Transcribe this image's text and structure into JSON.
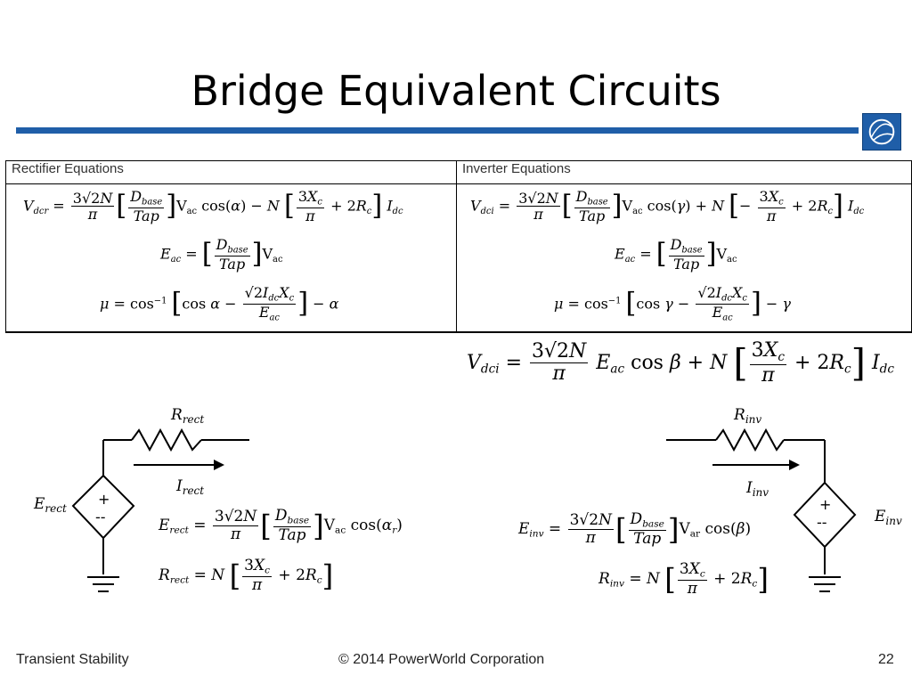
{
  "slide": {
    "title": "Bridge Equivalent Circuits",
    "footer_left": "Transient Stability",
    "footer_center": "© 2014 PowerWorld Corporation",
    "page_number": "22",
    "accent_color": "#1f5ea8",
    "logo_icon": "globe-orbit-icon"
  },
  "table": {
    "rectifier_header": "Rectifier Equations",
    "inverter_header": "Inverter Equations"
  },
  "rectifier": {
    "eq1": "V_dcr = (3√2N/π)[D_base/Tap] V_ac cos(α) − N[3X_c/π + 2R_c] I_dc",
    "eq2": "E_ac = [D_base/Tap] V_ac",
    "eq3": "μ = cos⁻¹[cos α − √2 I_dc X_c / E_ac] − α"
  },
  "inverter": {
    "eq1": "V_dci = (3√2N/π)[D_base/Tap] V_ac cos(γ) + N[−3X_c/π + 2R_c] I_dc",
    "eq2": "E_ac = [D_base/Tap] V_ac",
    "eq3": "μ = cos⁻¹[cos γ − √2 I_dc X_c / E_ac] − γ",
    "eq4": "V_dci = (3√2N/π) E_ac cos β + N[3X_c/π + 2R_c] I_dc"
  },
  "rect_circuit": {
    "r_label": "R",
    "r_sub": "rect",
    "i_label": "I",
    "i_sub": "rect",
    "e_label": "E",
    "e_sub": "rect",
    "plus": "+",
    "minus": "--",
    "eq_e": "E_rect = (3√2N/π)[D_base/Tap] V_ac cos(α_r)",
    "eq_r": "R_rect = N[3X_c/π + 2R_c]"
  },
  "inv_circuit": {
    "r_label": "R",
    "r_sub": "inv",
    "i_label": "I",
    "i_sub": "inv",
    "e_label": "E",
    "e_sub": "inv",
    "plus": "+",
    "minus": "--",
    "eq_e": "E_inv = (3√2N/π)[D_base/Tap] V_ar cos(β)",
    "eq_r": "R_inv = N[3X_c/π + 2R_c]"
  }
}
